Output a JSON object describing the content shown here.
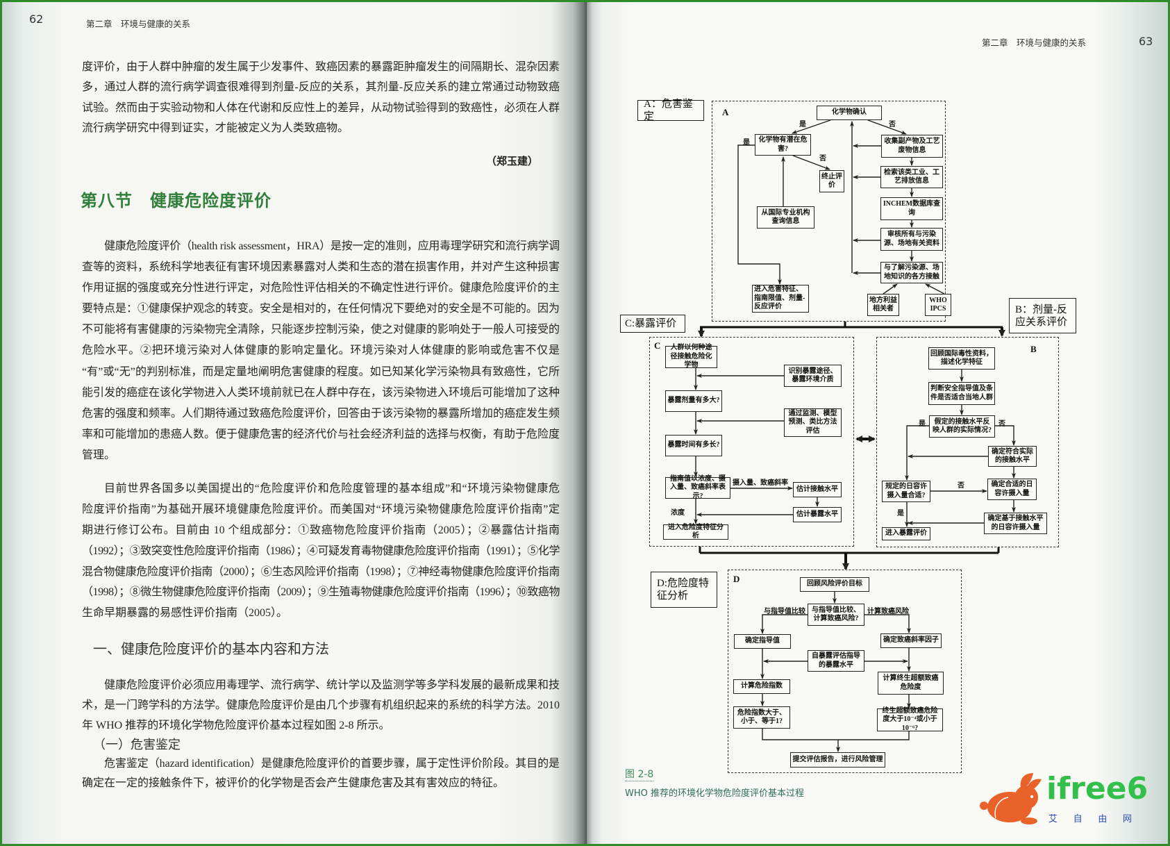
{
  "left_page": {
    "page_number": "62",
    "running_head": "第二章　环境与健康的关系",
    "para1": [
      "度评价，由于人群中肿瘤的发生属于少发事件、致癌因素的暴露距肿瘤发生的间隔期长、混杂因素",
      "多，通过人群的流行病学调查很难得到剂量-反应的关系，其剂量-反应关系的建立常通过动物致癌",
      "试验。然而由于实验动物和人体在代谢和反应性上的差异，从动物试验得到的致癌性，必须在人群",
      "流行病学研究中得到证实，才能被定义为人类致癌物。"
    ],
    "author": "（郑玉建）",
    "section_title": "第八节　健康危险度评价",
    "para2": [
      "健康危险度评价（health risk assessment，HRA）是按一定的准则，应用毒理学研究和流行病学调",
      "查等的资料，系统科学地表征有害环境因素暴露对人类和生态的潜在损害作用，并对产生这种损害",
      "作用证据的强度或充分性进行评定，对危险性评估相关的不确定性进行评价。健康危险度评价的主",
      "要特点是：①健康保护观念的转变。安全是相对的，在任何情况下要绝对的安全是不可能的。因为",
      "不可能将有害健康的污染物完全清除，只能逐步控制污染，使之对健康的影响处于一般人可接受的",
      "危险水平。②把环境污染对人体健康的影响定量化。环境污染对人体健康的影响或危害不仅是",
      "“有”或“无”的判别标准，而是定量地阐明危害健康的程度。如已知某化学污染物具有致癌性，它所",
      "能引发的癌症在该化学物进入人类环境前就已在人群中存在，该污染物进入环境后可能增加了这种",
      "危害的强度和频率。人们期待通过致癌危险度评价，回答由于该污染物的暴露所增加的癌症发生频",
      "率和可能增加的患癌人数。便于健康危害的经济代价与社会经济利益的选择与权衡，有助于危险度",
      "管理。"
    ],
    "para3": [
      "目前世界各国多以美国提出的“危险度评价和危险度管理的基本组成”和“环境污染物健康危",
      "险度评价指南”为基础开展环境健康危险度评价。而美国对“环境污染物健康危险度评价指南”定",
      "期进行修订公布。目前由 10 个组成部分：①致癌物危险度评价指南（2005）；②暴露估计指南",
      "（1992）；③致突变性危险度评价指南（1986）；④可疑发育毒物健康危险度评价指南（1991）；⑤化学",
      "混合物健康危险度评价指南（2000）；⑥生态风险评价指南（1998）；⑦神经毒物健康危险度评价指南",
      "（1998）；⑧微生物健康危险度评价指南（2009）；⑨生殖毒物健康危险度评价指南（1996）；⑩致癌物",
      "生命早期暴露的易感性评价指南（2005）。"
    ],
    "subsection_title": "一、健康危险度评价的基本内容和方法",
    "para4": [
      "健康危险度评价必须应用毒理学、流行病学、统计学以及监测学等多学科发展的最新成果和技",
      "术，是一门跨学科的方法学。健康危险度评价是由几个步骤有机组织起来的系统的科学方法。2010",
      "年 WHO 推荐的环境化学物危险度评价基本过程如图 2-8 所示。"
    ],
    "subsubsection_title": "（一）危害鉴定",
    "para5": [
      "危害鉴定（hazard identification）是健康危险度评价的首要步骤，属于定性评价阶段。其目的是",
      "确定在一定的接触条件下，被评价的化学物是否会产生健康危害及其有害效应的特征。"
    ]
  },
  "right_page": {
    "page_number": "63",
    "running_head": "第二章　环境与健康的关系",
    "figure": {
      "number": "图 2-8",
      "caption": "WHO 推荐的环境化学物危险度评价基本过程",
      "a": {
        "label": "A：危害鉴定",
        "letter": "A",
        "chem_confirm": "化学物确认",
        "potential_hazard": "化学物有潜在危害?",
        "stop_eval": "终止评价",
        "intl_query": "从国际专业机构查询信息",
        "enter_hazard": "进入危害特征、指南限值、剂量-反应评价",
        "collect_byproducts": "收集副产物及工艺废物信息",
        "search_industry": "检索该类工业、工艺排放信息",
        "inchem": "INCHEM数据库查询",
        "review_sources": "审核所有与污染源、场地有关资料",
        "contact_parties": "与了解污染源、场地知识的各方接触",
        "local_stakeholders": "地方利益相关者",
        "who_ipcs": "WHO IPCS",
        "yes1": "是",
        "no1": "否",
        "yes2": "是",
        "no2": "否"
      },
      "c": {
        "label": "C:暴露评价",
        "letter": "C",
        "route": "人群以何种途径接触危险化学物",
        "identify_route": "识别暴露途径、暴露环境介质",
        "dose": "暴露剂量有多大?",
        "monitor": "通过监测、模型预测、类比方法评估",
        "duration": "暴露时间有多长?",
        "guideline_form": "指南值以浓度、摄入量、致癌斜率表示?",
        "intake_slope": "摄入量、致癌斜率",
        "est_contact": "估计接触水平",
        "est_exposure": "估计暴露水平",
        "concentration": "浓度",
        "enter_risk": "进入危险度特征分析"
      },
      "b": {
        "label": "B：剂量-反应关系评价",
        "letter": "B",
        "review_tox": "回顾国际毒性资料，描述化学特征",
        "judge_safety": "判断安全指导值及条件是否适合当地人群",
        "assumed_level": "假定的接触水平反映人群的实际情况?",
        "yes1": "是",
        "no1": "否",
        "determine_actual": "确定符合实际的接触水平",
        "adi_ok": "规定的日容许摄入量合适?",
        "no2": "否",
        "determine_adi": "确定合适的日容许摄入量",
        "yes2": "是",
        "adi_based": "确定基于接触水平的日容许摄入量",
        "enter_exposure": "进入暴露评价"
      },
      "d": {
        "label": "D:危险度特征分析",
        "letter": "D",
        "review_goal": "回顾风险评价目标",
        "compare_or_calc": "与指导值比较、计算致癌风险?",
        "compare_label": "与指导值比较",
        "calc_label": "计算致癌风险",
        "determine_guideline": "确定指导值",
        "determine_slope": "确定致癌斜率因子",
        "exposure_level": "自暴露评估指导的暴露水平",
        "calc_index": "计算危险指数",
        "calc_lifetime": "计算终生超额致癌危险度",
        "index_compare": "危险指数大于、小于、等于1?",
        "lifetime_compare": "终生超额致癌危险度大于10⁻⁴或小于10⁻⁶?",
        "submit_report": "提交评估报告，进行风险管理"
      }
    }
  },
  "watermark": {
    "brand": "ifree6",
    "chars": [
      "艾",
      "自",
      "由",
      "网"
    ],
    "colors": {
      "rabbit": "#e8622a",
      "brand": "#33c04a",
      "subtitle": "#2a4fb5"
    }
  },
  "colors": {
    "frame": "#2f8a2a",
    "section_heading": "#2f7f3a"
  }
}
